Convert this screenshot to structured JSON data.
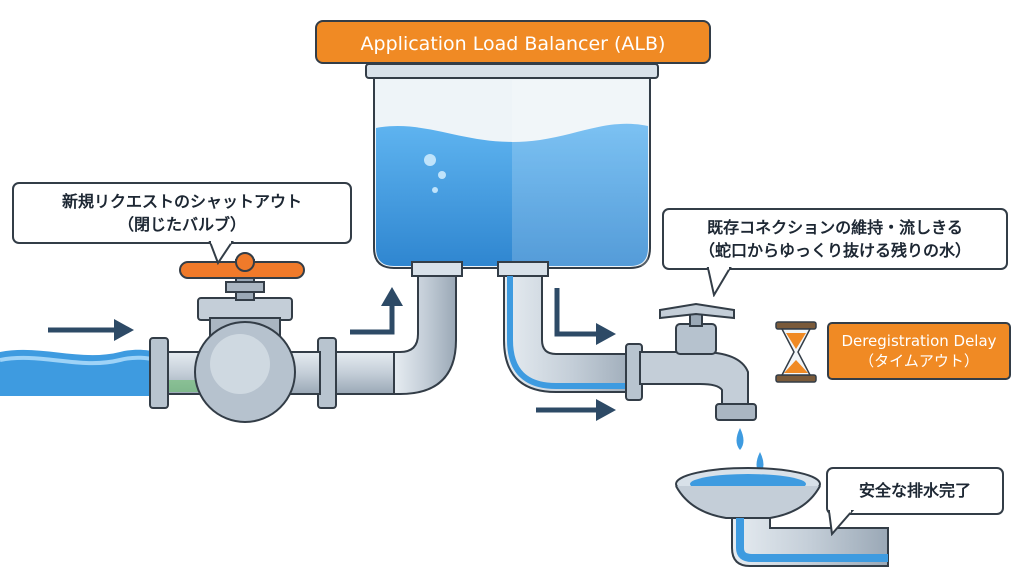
{
  "alb": {
    "title": "Application Load Balancer (ALB)"
  },
  "callouts": {
    "shutoff": {
      "line1": "新規リクエストのシャットアウト",
      "line2": "（閉じたバルブ）"
    },
    "drain": {
      "line1": "既存コネクションの維持・流しきる",
      "line2": "（蛇口からゆっくり抜ける残りの水）"
    },
    "done": {
      "text": "安全な排水完了"
    }
  },
  "deregistration": {
    "line1": "Deregistration Delay",
    "line2": "（タイムアウト）"
  },
  "icons": [
    "water-stream",
    "flow-arrow",
    "gate-valve",
    "alb-tank",
    "faucet",
    "water-drop",
    "hourglass-icon",
    "drain-basin"
  ],
  "colors": {
    "accent_orange": "#f08a24",
    "outline": "#333d47",
    "water": "#4aa3e6",
    "pipe": "#c9d3dc"
  }
}
